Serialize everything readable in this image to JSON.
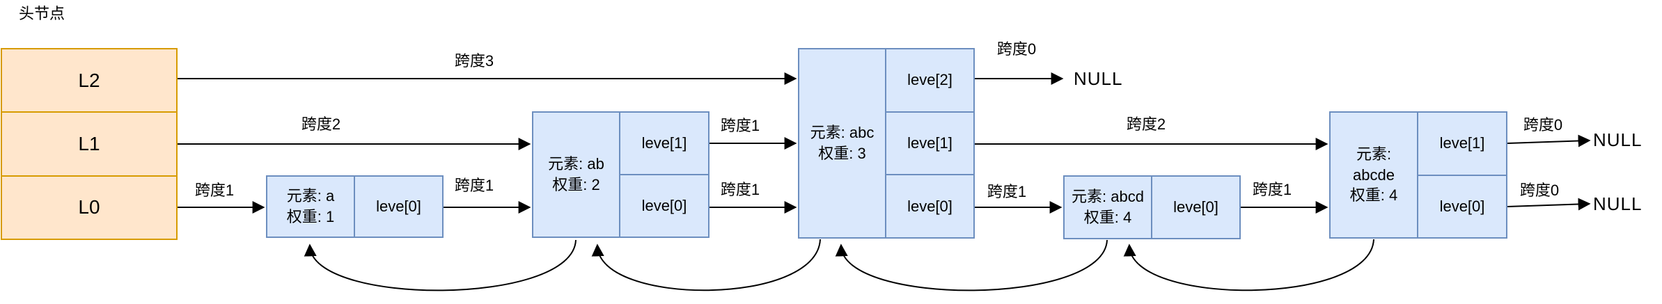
{
  "title": "头节点",
  "colors": {
    "head_fill": "#ffe6cc",
    "head_border": "#d79b00",
    "node_fill": "#dae8fc",
    "node_border": "#6c8ebf",
    "line": "#000000",
    "background": "#ffffff"
  },
  "head": {
    "levels": [
      "L2",
      "L1",
      "L0"
    ]
  },
  "nodes": [
    {
      "lines": [
        "元素: a",
        "权重: 1"
      ],
      "levels": [
        "leve[0]"
      ]
    },
    {
      "lines": [
        "元素: ab",
        "权重: 2"
      ],
      "levels": [
        "leve[1]",
        "leve[0]"
      ]
    },
    {
      "lines": [
        "元素: abc",
        "权重: 3"
      ],
      "levels": [
        "leve[2]",
        "leve[1]",
        "leve[0]"
      ]
    },
    {
      "lines": [
        "元素: abcd",
        "权重: 4"
      ],
      "levels": [
        "leve[0]"
      ]
    },
    {
      "lines": [
        "元素:",
        "abcde",
        "权重: 4"
      ],
      "levels": [
        "leve[1]",
        "leve[0]"
      ]
    }
  ],
  "spans": {
    "head_l2": "跨度3",
    "head_l1": "跨度2",
    "head_l0": "跨度1",
    "a_l0": "跨度1",
    "ab_l1": "跨度1",
    "ab_l0": "跨度1",
    "abc_l2": "跨度0",
    "abc_l1": "跨度2",
    "abc_l0": "跨度1",
    "abcd_l0": "跨度1",
    "abcde_l1": "跨度0",
    "abcde_l0": "跨度0"
  },
  "nulls": {
    "abc_l2": "NULL",
    "abcde_l1": "NULL",
    "abcde_l0": "NULL"
  }
}
